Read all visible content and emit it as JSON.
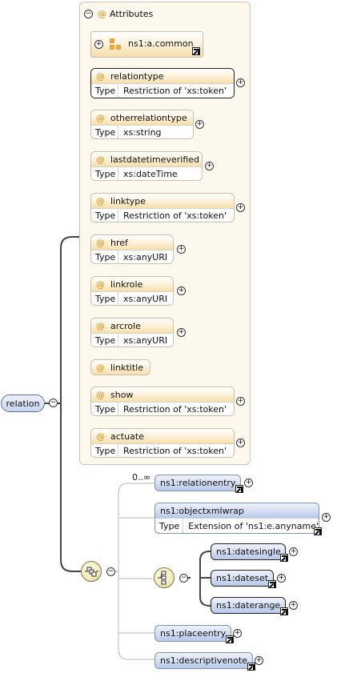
{
  "root": {
    "label": "relation"
  },
  "attributes": {
    "title": "Attributes",
    "group_ref": "ns1:a.common",
    "items": [
      {
        "name": "relationtype",
        "type_key": "Type",
        "type": "Restriction of 'xs:token'"
      },
      {
        "name": "otherrelationtype",
        "type_key": "Type",
        "type": "xs:string"
      },
      {
        "name": "lastdatetimeverified",
        "type_key": "Type",
        "type": "xs:dateTime"
      },
      {
        "name": "linktype",
        "type_key": "Type",
        "type": "Restriction of 'xs:token'"
      },
      {
        "name": "href",
        "type_key": "Type",
        "type": "xs:anyURI"
      },
      {
        "name": "linkrole",
        "type_key": "Type",
        "type": "xs:anyURI"
      },
      {
        "name": "arcrole",
        "type_key": "Type",
        "type": "xs:anyURI"
      },
      {
        "name": "linktitle"
      },
      {
        "name": "show",
        "type_key": "Type",
        "type": "Restriction of 'xs:token'"
      },
      {
        "name": "actuate",
        "type_key": "Type",
        "type": "Restriction of 'xs:token'"
      }
    ]
  },
  "sequence": {
    "cardinality": "0..∞",
    "relationentry": "ns1:relationentry",
    "objectxmlwrap": {
      "name": "ns1:objectxmlwrap",
      "type_key": "Type",
      "type": "Extension of 'ns1:e.anyname'"
    },
    "choice": {
      "datesingle": "ns1:datesingle",
      "dateset": "ns1:dateset",
      "daterange": "ns1:daterange"
    },
    "placeentry": "ns1:placeentry",
    "descriptivenote": "ns1:descriptivenote"
  },
  "symbols": {
    "at": "@",
    "minus": "−",
    "plus": "+"
  },
  "colors": {
    "attribute_accent": "#f7dfad",
    "element_fill": "#c9d6f0",
    "panel_bg": "#fdf8ee"
  }
}
